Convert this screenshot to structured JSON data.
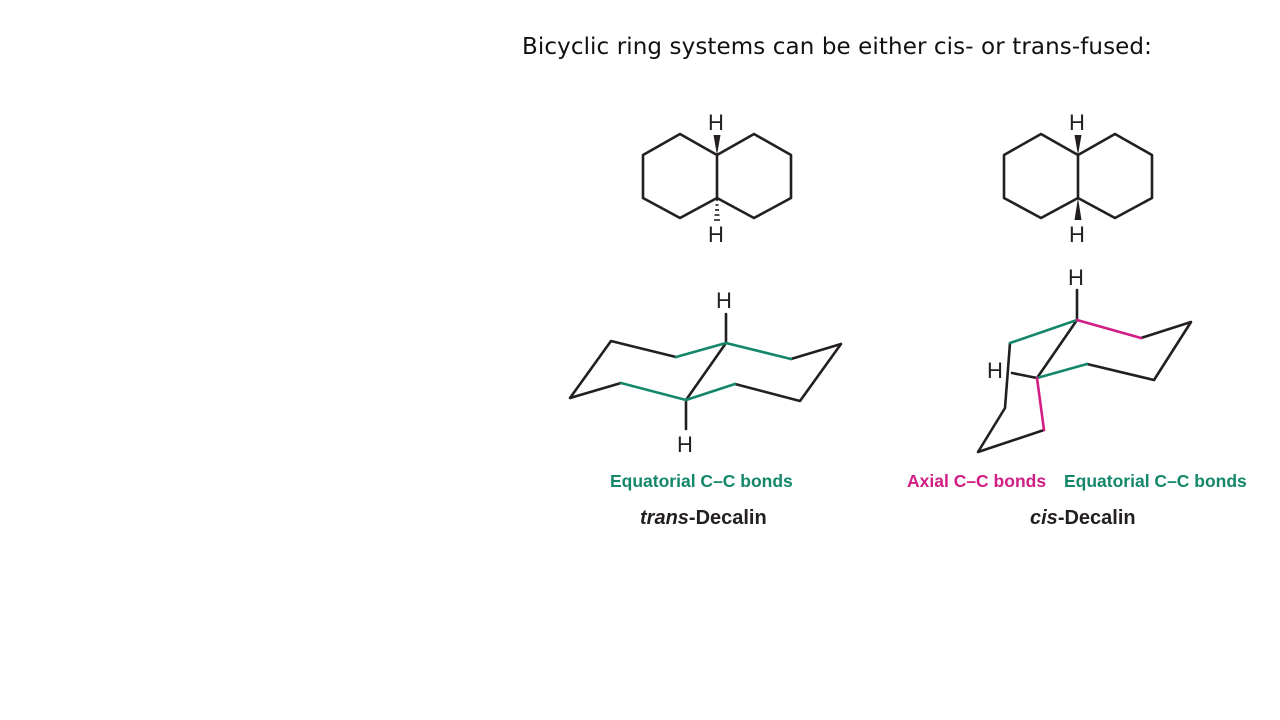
{
  "heading": "Bicyclic ring systems can be either cis- or trans-fused:",
  "trans": {
    "top_h_label": "H",
    "bottom_h_label": "H",
    "chair_top_h_label": "H",
    "chair_bottom_h_label": "H",
    "equatorial_caption": "Equatorial C–C bonds",
    "name_prefix": "trans",
    "name_suffix": "-Decalin"
  },
  "cis": {
    "top_h_label": "H",
    "bottom_h_label": "H",
    "chair_top_h_label": "H",
    "chair_side_h_label": "H",
    "axial_caption": "Axial C–C bonds",
    "equatorial_caption": "Equatorial C–C bonds",
    "name_prefix": "cis",
    "name_suffix": "-Decalin"
  },
  "colors": {
    "bond": "#231f20",
    "equatorial": "#14876a",
    "axial": "#d11d84"
  }
}
